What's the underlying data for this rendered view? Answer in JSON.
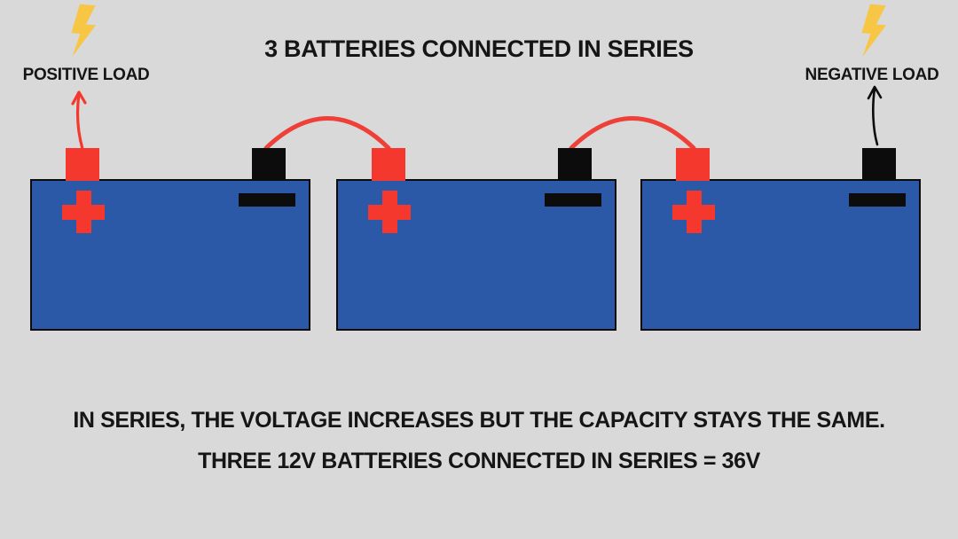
{
  "header": {
    "title": "3 BATTERIES CONNECTED IN SERIES"
  },
  "loads": {
    "positive": {
      "label": "POSITIVE LOAD",
      "icon": "lightning-bolt"
    },
    "negative": {
      "label": "NEGATIVE LOAD",
      "icon": "lightning-bolt"
    }
  },
  "diagram": {
    "battery_count": 3,
    "batteries": [
      {
        "id": "battery-1",
        "positive_symbol": "+",
        "negative_symbol": "−"
      },
      {
        "id": "battery-2",
        "positive_symbol": "+",
        "negative_symbol": "−"
      },
      {
        "id": "battery-3",
        "positive_symbol": "+",
        "negative_symbol": "−"
      }
    ]
  },
  "captions": {
    "line1": "IN SERIES, THE VOLTAGE INCREASES BUT THE CAPACITY STAYS THE SAME.",
    "line2": "THREE 12V BATTERIES CONNECTED IN SERIES = 36V"
  },
  "colors": {
    "background": "#d9d9d9",
    "battery_blue": "#2c59a7",
    "terminal_red": "#f4382e",
    "wire_red": "#ee4038",
    "terminal_black": "#0c0c0c",
    "bolt_yellow": "#f8c645",
    "text_black": "#151515"
  }
}
